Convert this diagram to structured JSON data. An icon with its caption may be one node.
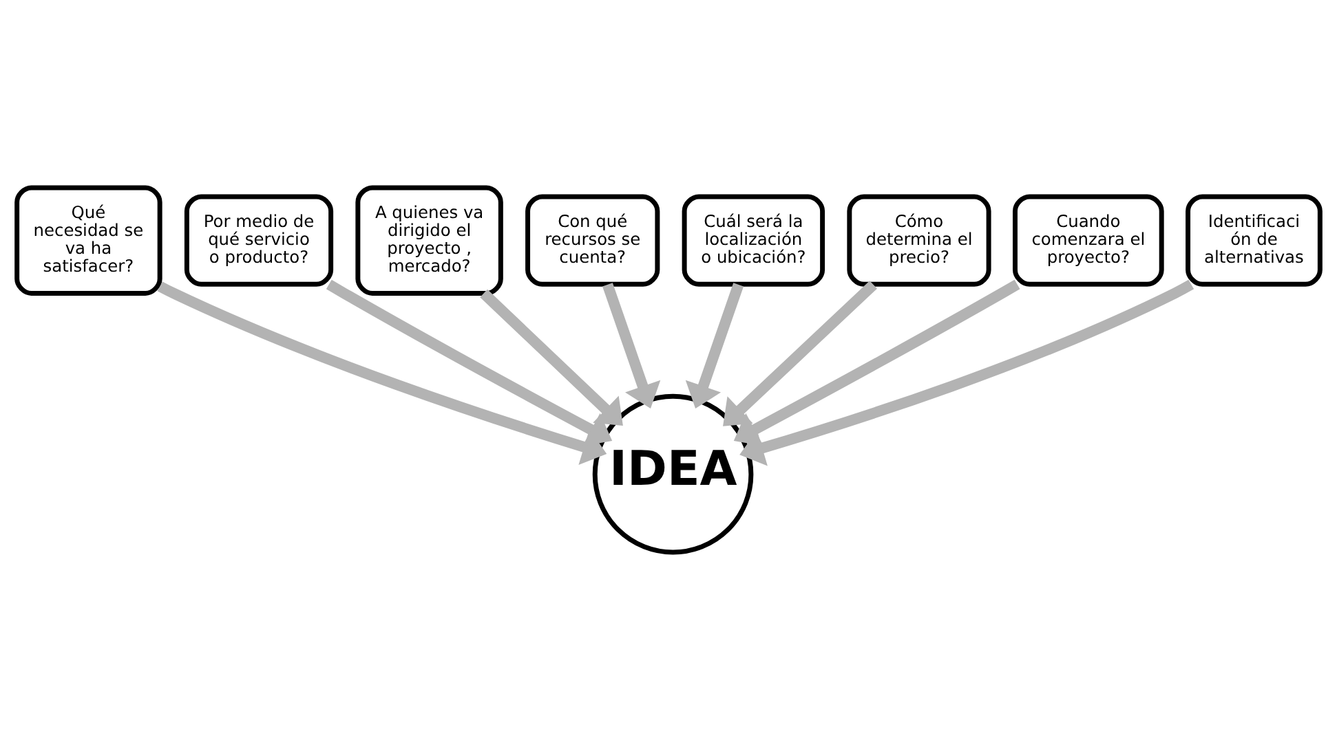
{
  "diagram": {
    "nodes": [
      {
        "text": [
          "Qué necesidad se va ha satisfacer?"
        ]
      },
      {
        "text": [
          "Por medio de qué servicio o producto?"
        ]
      },
      {
        "text": [
          "A quienes va dirigido el proyecto , mercado?"
        ]
      },
      {
        "text": [
          "Con qué recursos se cuenta?"
        ]
      },
      {
        "text": [
          "Cuál será la localización o ubicación?"
        ]
      },
      {
        "text": [
          "Cómo determina el precio?"
        ]
      },
      {
        "text": [
          "Cuando comenzara el proyecto?"
        ]
      },
      {
        "text": [
          "Identificaci ón de alternativas"
        ]
      },
      {
        "text": [
          "IDEA"
        ]
      }
    ],
    "edges": [
      {
        "from": 0,
        "to": 8,
        "arrow": "to"
      },
      {
        "from": 1,
        "to": 8,
        "arrow": "to"
      },
      {
        "from": 2,
        "to": 8,
        "arrow": "to"
      },
      {
        "from": 3,
        "to": 8,
        "arrow": "to"
      },
      {
        "from": 4,
        "to": 8,
        "arrow": "to"
      },
      {
        "from": 5,
        "to": 8,
        "arrow": "to"
      },
      {
        "from": 6,
        "to": 8,
        "arrow": "to"
      },
      {
        "from": 7,
        "to": 8,
        "arrow": "to"
      }
    ]
  }
}
